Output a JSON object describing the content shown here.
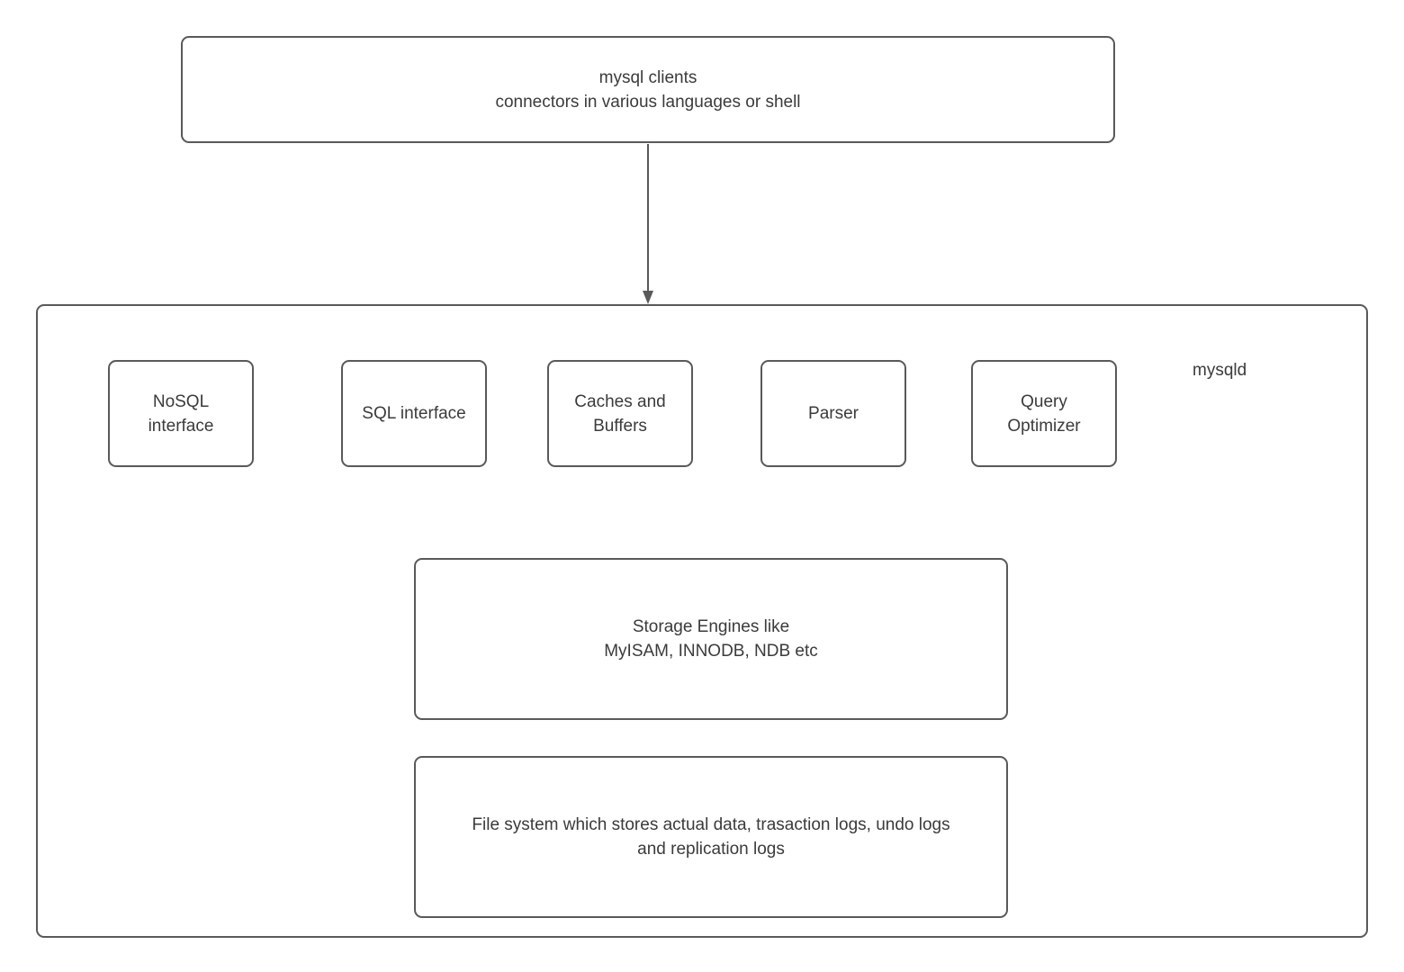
{
  "colors": {
    "border": "#595959",
    "text": "#3b3b3b",
    "arrow": "#595959",
    "background": "#ffffff"
  },
  "client_box": {
    "line1": "mysql clients",
    "line2": "connectors in various languages or shell"
  },
  "mysqld": {
    "label": "mysqld",
    "components": [
      {
        "name": "nosql-interface",
        "lines": [
          "NoSQL",
          "interface"
        ]
      },
      {
        "name": "sql-interface",
        "lines": [
          "SQL interface"
        ]
      },
      {
        "name": "caches-and-buffers",
        "lines": [
          "Caches and",
          "Buffers"
        ]
      },
      {
        "name": "parser",
        "lines": [
          "Parser"
        ]
      },
      {
        "name": "query-optimizer",
        "lines": [
          "Query",
          "Optimizer"
        ]
      }
    ],
    "storage_engines": {
      "line1": "Storage Engines like",
      "line2": "MyISAM, INNODB, NDB etc"
    },
    "file_system": {
      "line1": "File system which stores actual data, trasaction logs, undo logs",
      "line2": "and replication logs"
    }
  }
}
